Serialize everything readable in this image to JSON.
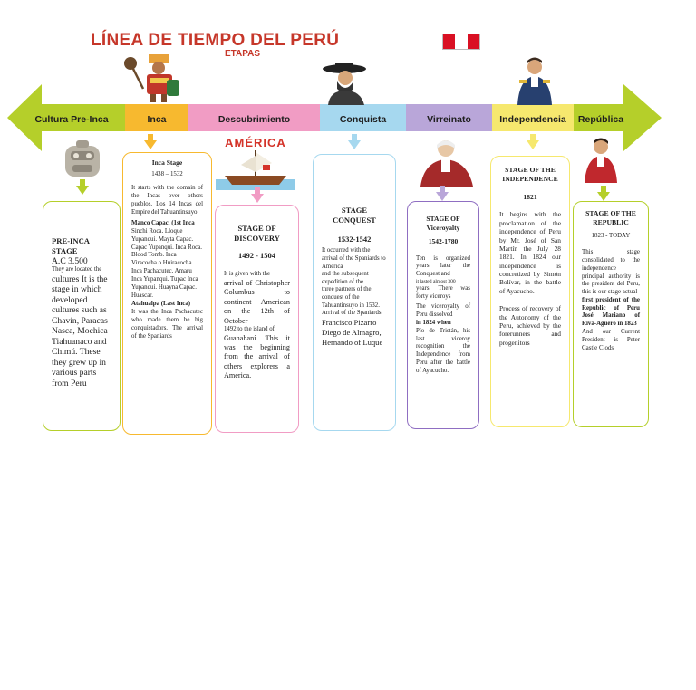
{
  "header": {
    "title": "LÍNEA DE TIEMPO DEL PERÚ",
    "subtitle": "ETAPAS",
    "flag_colors": [
      "#d91023",
      "#ffffff",
      "#d91023"
    ]
  },
  "colors": {
    "preinca": "#b5cf2a",
    "inca": "#f7b92f",
    "descubrimiento": "#f19cc4",
    "conquista": "#a6d8ef",
    "virreinato": "#b9a6d9",
    "independencia": "#f6e86e",
    "republica": "#b5cf2a"
  },
  "stages": [
    {
      "label": "Cultura Pre-Inca",
      "color": "#b5cf2a"
    },
    {
      "label": "Inca",
      "color": "#f7b92f"
    },
    {
      "label": "Descubrimiento",
      "color": "#f19cc4"
    },
    {
      "label": "Conquista",
      "color": "#a6d8ef"
    },
    {
      "label": "Virreinato",
      "color": "#b9a6d9"
    },
    {
      "label": "Independencia",
      "color": "#f6e86e"
    },
    {
      "label": "República",
      "color": "#b5cf2a"
    }
  ],
  "images": {
    "inca_warrior": "inca-warrior-illustration",
    "conquistador": "conquistador-portrait",
    "liberator": "independence-hero-portrait",
    "artifact": "pre-inca-artifact",
    "america_ship": "america-ship-illustration",
    "america_text": "AMÉRICA",
    "viceroy": "viceroy-portrait",
    "president": "republic-president-portrait"
  },
  "cards": {
    "preinca": {
      "title": "PRE-INCA STAGE",
      "date": "A.C 3.500",
      "l1": "They are located the",
      "l2": "cultures It is the stage in which developed cultures such as Chavín, Paracas Nasca, Mochica Tiahuanaco and Chimú. These they grew up in various parts from Peru"
    },
    "inca": {
      "title": "Inca Stage",
      "date": "1438 – 1532",
      "intro": "It starts with the domain of the Incas over others pueblos. Los 14 Incas del Empire del Tahuantinsuyo",
      "first": "Manco Capac. (1st Inca",
      "rulers": "Sinchi Roca. Lloque Yupanqui. Mayta Capac. Capac Yupanqui. Inca Roca. Blood Tomb. Inca Viracocha o Huiracocha. Inca Pachacutec. Amaru Inca Yupanqui. Tupac Inca Yupanqui. Huayna Capac. Huascar.",
      "last": "Atahualpa (Last Inca)",
      "outro": "It was the Inca Pachacutec who made them be big conquistadors. The arrival of the Spaniards"
    },
    "discovery": {
      "title": "STAGE OF DISCOVERY",
      "date": "1492 - 1504",
      "body1": "It is given with the",
      "body2": "arrival of Christopher Columbus to continent American on the 12th of October",
      "body3": "1492 to the island of",
      "body4": "Guanahaní. This it was the beginning from the arrival of others explorers a America."
    },
    "conquest": {
      "title": "STAGE CONQUEST",
      "date": "1532-1542",
      "body1": "It occurred with the arrival of the Spaniards to America",
      "body2": "and the subsequent",
      "body3": "expedition of the",
      "body4": "three partners of the conquest of the Tahuantinsuyo in 1532. Arrival of the Spaniards:",
      "body5": "Francisco Pizarro Diego de Almagro, Hernando of Luque"
    },
    "viceroyalty": {
      "title": "STAGE OF Viceroyalty",
      "date": "1542-1780",
      "body1": "Ten is organized years later the Conquest and",
      "body2": "it lasted almost 300",
      "body3": "years. There was forty viceroys",
      "body4": "The viceroyalty of Peru dissolved",
      "body5": "in 1824 when",
      "body6": "Pío de Tristán, his last viceroy recognition the Independence from Peru after the battle of Ayacucho."
    },
    "independence": {
      "title": "STAGE OF THE INDEPENDENCE",
      "date": "1821",
      "body1": "It begins with the proclamation of the independence of Peru by Mr. José of San Martín the July 28 1821. In 1824 our independence is concretized by Simón Bolívar, in the battle of Ayacucho.",
      "body2": "Process of recovery of the Autonomy of the Peru, achieved by the forerunners and progenitors"
    },
    "republic": {
      "title": "STAGE OF THE REPUBLIC",
      "date": "1823 - TODAY",
      "body1": "This stage consolidated to the independence principal authority is the president del Peru, this is our stage actual",
      "body2": "first president of the Republic of Peru José Mariano of Riva-Agüero in 1823",
      "body3": "And our Current President is Peter Castle Clods"
    }
  }
}
